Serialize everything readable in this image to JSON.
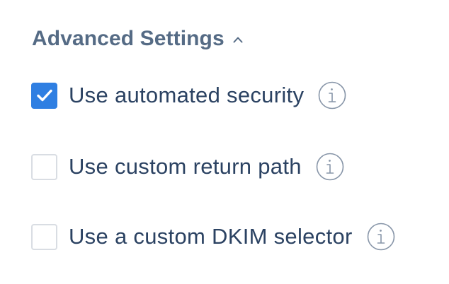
{
  "section": {
    "title": "Advanced Settings",
    "expanded": true,
    "chevron_icon": "chevron-up-icon"
  },
  "options": [
    {
      "label": "Use automated security",
      "checked": true,
      "info_icon": "info-icon"
    },
    {
      "label": "Use custom return path",
      "checked": false,
      "info_icon": "info-icon"
    },
    {
      "label": "Use a custom DKIM selector",
      "checked": false,
      "info_icon": "info-icon"
    }
  ],
  "colors": {
    "header_text": "#556b85",
    "label_text": "#2b4262",
    "checkbox_checked": "#2f7fe2",
    "checkbox_border": "#d9dde3",
    "info_icon": "#8795a8"
  }
}
